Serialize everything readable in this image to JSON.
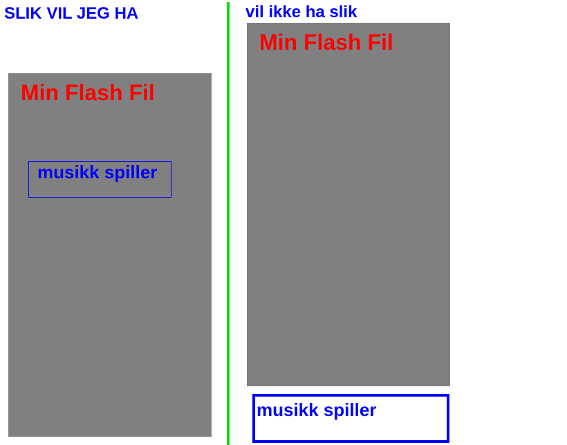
{
  "left": {
    "heading": "SLIK VIL JEG HA",
    "flash_title": "Min Flash Fil",
    "player_label": "musikk spiller"
  },
  "right": {
    "heading": "vil ikke ha slik",
    "flash_title": "Min Flash Fil",
    "player_label": "musikk spiller"
  },
  "colors": {
    "heading": "#0000ff",
    "flash_box": "#808080",
    "flash_title": "#ff0000",
    "player_text": "#0000ff",
    "player_border": "#0000ff",
    "divider": "#00dd00"
  }
}
